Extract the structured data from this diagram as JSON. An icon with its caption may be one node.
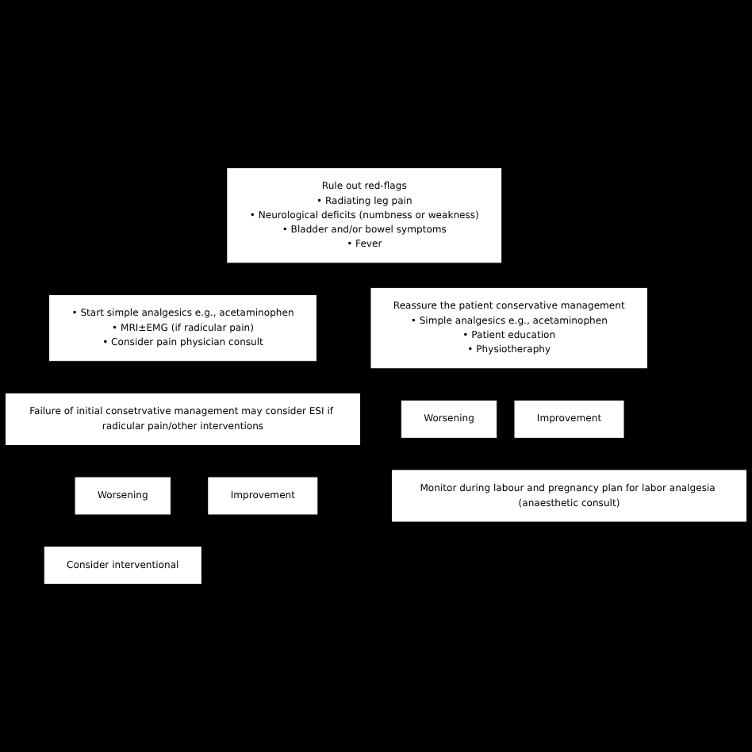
{
  "diagram": {
    "nodes": [
      {
        "text": [
          "Rule out red-flags",
          "• Radiating leg pain",
          "• Neurological deficits (numbness or weakness)",
          "• Bladder and/or bowel symptoms",
          "• Fever"
        ]
      },
      {
        "text": [
          "• Start simple analgesics e.g., acetaminophen",
          "• MRI±EMG (if radicular pain)",
          "• Consider pain physician consult"
        ]
      },
      {
        "text": [
          "Reassure the patient conservative management",
          "• Simple analgesics e.g., acetaminophen",
          "• Patient education",
          "• Physiotheraphy"
        ]
      },
      {
        "text": [
          "Failure of initial consetrvative management may consider ESI if radicular pain/other interventions"
        ]
      },
      {
        "text": [
          "Worsening"
        ]
      },
      {
        "text": [
          "Improvement"
        ]
      },
      {
        "text": [
          "Worsening"
        ]
      },
      {
        "text": [
          "Improvement"
        ]
      },
      {
        "text": [
          "Monitor during labour and pregnancy plan for labor analgesia (anaesthetic consult)"
        ]
      },
      {
        "text": [
          "Consider interventional"
        ]
      }
    ],
    "edges": []
  }
}
